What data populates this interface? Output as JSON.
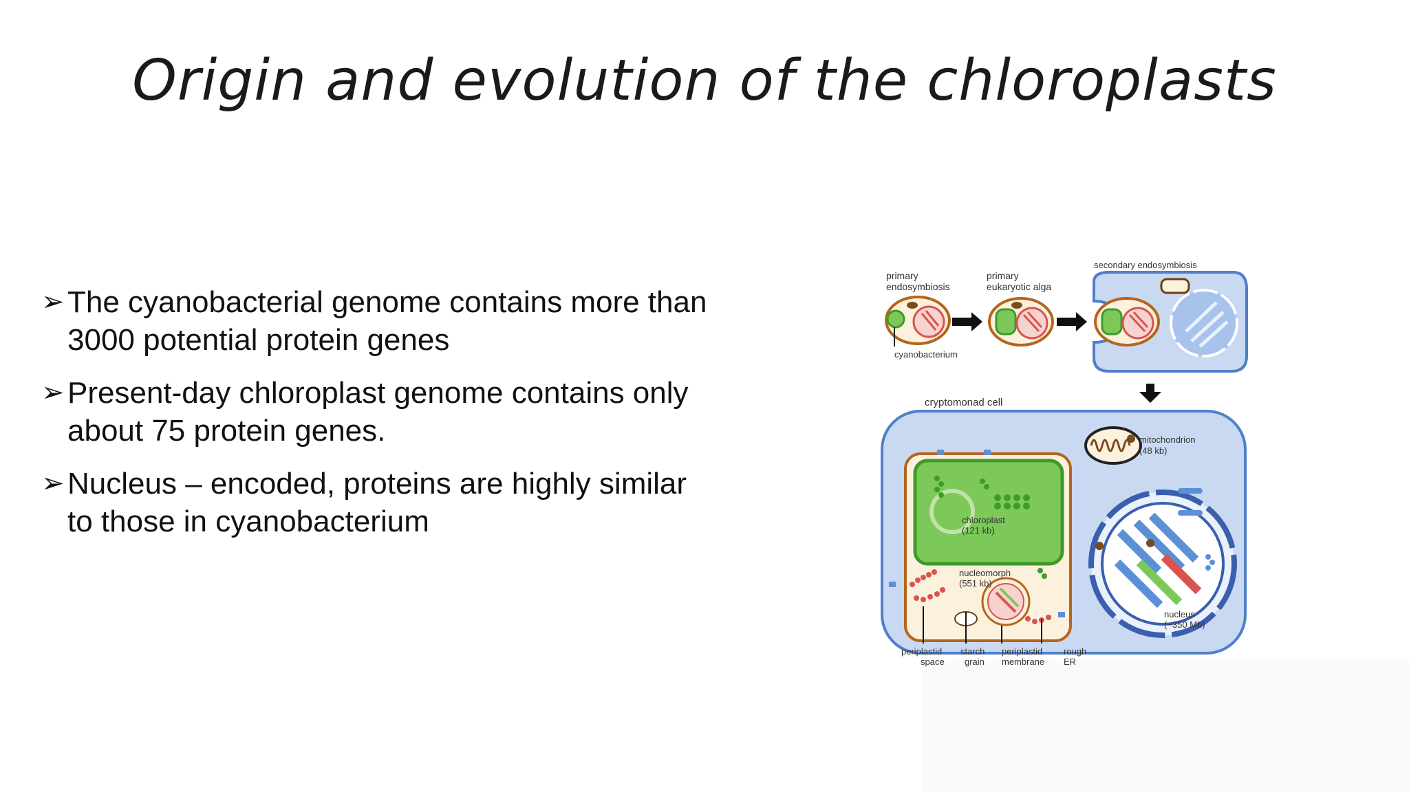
{
  "slide": {
    "title": "Origin and evolution of the chloroplasts",
    "bullet_marker": "➢",
    "bullets": [
      {
        "line1": "The cyanobacterial genome contains more than",
        "line2": "3000 potential protein genes"
      },
      {
        "line1": "Present-day chloroplast genome contains only",
        "line2": "about 75 protein genes."
      },
      {
        "line1": "Nucleus – encoded, proteins are highly similar",
        "line2": "to those in cyanobacterium"
      }
    ]
  },
  "figure": {
    "labels": {
      "primary_endosymbiosis_1": "primary",
      "primary_endosymbiosis_2": "endosymbiosis",
      "primary_alga_1": "primary",
      "primary_alga_2": "eukaryotic alga",
      "secondary": "secondary endosymbiosis",
      "cyanobacterium": "cyanobacterium",
      "cryptomonad": "cryptomonad cell",
      "mito_1": "mitochondrion",
      "mito_2": "(48 kb)",
      "chloro_1": "chloroplast",
      "chloro_2": "(121 kb)",
      "nucleo_1": "nucleomorph",
      "nucleo_2": "(551 kb)",
      "nucleus_1": "nucleus",
      "nucleus_2": "(~350 Mb)",
      "periplastid_space_1": "periplastid",
      "periplastid_space_2": "space",
      "starch_1": "starch",
      "starch_2": "grain",
      "periplastid_membrane_1": "periplastid",
      "periplastid_membrane_2": "membrane",
      "rough_1": "rough",
      "rough_2": "ER"
    },
    "colors": {
      "cell_fill": "#c9d9f2",
      "cell_stroke": "#4f7fc9",
      "chloroplast": "#7cc95a",
      "chloroplast_dark": "#3e9a2a",
      "periplast": "#fbf1dc",
      "brown": "#b5651d",
      "red": "#d9534f",
      "blue": "#5b8fd6"
    }
  }
}
